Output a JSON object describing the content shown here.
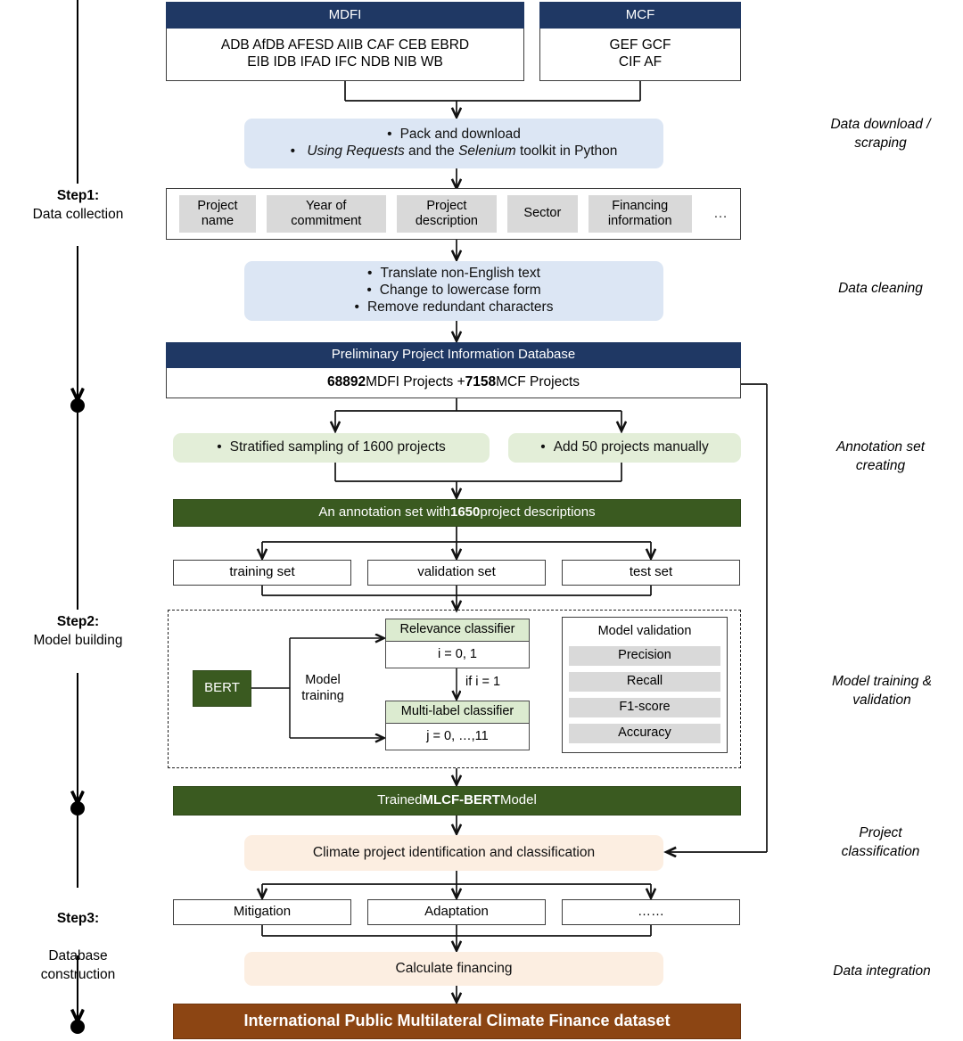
{
  "timeline": {
    "steps": [
      {
        "title": "Step1:",
        "subtitle": "Data collection"
      },
      {
        "title": "Step2:",
        "subtitle": "Model building"
      },
      {
        "title": "Step3:",
        "subtitle": "Database\nconstruction"
      }
    ]
  },
  "stage_labels": [
    {
      "text": "Data download /\nscraping"
    },
    {
      "text": "Data cleaning"
    },
    {
      "text": "Annotation set\ncreating"
    },
    {
      "text": "Model training &\nvalidation"
    },
    {
      "text": "Project\nclassification"
    },
    {
      "text": "Data integration"
    }
  ],
  "sources": {
    "mdfi": {
      "header": "MDFI",
      "line1": "ADB AfDB AFESD AIIB CAF CEB EBRD",
      "line2": "EIB IDB IFAD IFC NDB NIB WB"
    },
    "mcf": {
      "header": "MCF",
      "line1": "GEF GCF",
      "line2": "CIF AF"
    }
  },
  "download_box": {
    "bullet1": "Pack and download",
    "bullet2_pre": "Using Requests",
    "bullet2_mid": " and the ",
    "bullet2_em2": "Selenium",
    "bullet2_post": " toolkit in Python"
  },
  "fields_box": {
    "fields": [
      "Project\nname",
      "Year of\ncommitment",
      "Project\ndescription",
      "Sector",
      "Financing\ninformation"
    ],
    "ellipsis": "…"
  },
  "cleaning_box": {
    "bullets": [
      "Translate non-English text",
      "Change to lowercase form",
      "Remove redundant characters"
    ]
  },
  "prelim_db": {
    "header": "Preliminary Project Information Database",
    "count_mdfi": "68892",
    "label_mdfi": " MDFI Projects + ",
    "count_mcf": "7158",
    "label_mcf": " MCF Projects"
  },
  "annotation": {
    "sampling": "Stratified sampling of 1600 projects",
    "manual": "Add 50 projects manually",
    "result_pre": "An annotation set with ",
    "result_count": "1650",
    "result_post": " project descriptions"
  },
  "splits": [
    "training set",
    "validation set",
    "test set"
  ],
  "model_zone": {
    "bert": "BERT",
    "training_label": "Model\ntraining",
    "relevance_header": "Relevance classifier",
    "relevance_body": "i = 0, 1",
    "condition": "if i = 1",
    "multilabel_header": "Multi-label classifier",
    "multilabel_body": "j = 0, …,11",
    "validation_title": "Model validation",
    "metrics": [
      "Precision",
      "Recall",
      "F1-score",
      "Accuracy"
    ]
  },
  "trained_model": {
    "pre": "Trained ",
    "name": "MLCF-BERT",
    "post": " Model"
  },
  "classification_box": "Climate project identification and classification",
  "categories": [
    "Mitigation",
    "Adaptation",
    "……"
  ],
  "calculate_box": "Calculate financing",
  "final_dataset": "International Public Multilateral Climate Finance dataset",
  "colors": {
    "navy": "#1F3864",
    "dark_green": "#3A5A20",
    "brown": "#8C4513",
    "light_blue": "#DCE6F4",
    "light_green": "#E3EED8",
    "peach": "#FCEEE1",
    "gray_chip": "#D9D9D9"
  }
}
